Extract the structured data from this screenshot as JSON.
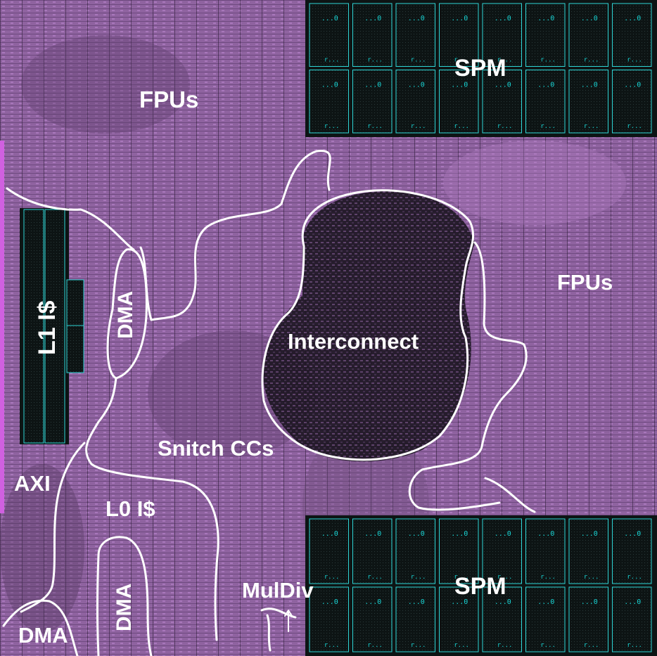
{
  "labels": {
    "fpus_left": "FPUs",
    "fpus_right": "FPUs",
    "spm_top": "SPM",
    "spm_bottom": "SPM",
    "l1_icache": "L1 I$",
    "dma_upper": "DMA",
    "interconnect": "Interconnect",
    "snitch_ccs": "Snitch CCs",
    "axi": "AXI",
    "l0_icache": "L0 I$",
    "dma_lower": "DMA",
    "dma_bottom_left": "DMA",
    "muldiv": "MulDiv"
  },
  "macro_text": {
    "pin": "...0",
    "sub": "r..."
  },
  "colors": {
    "die_base": "#8a5f99",
    "die_light": "#9c6cae",
    "die_dark": "#4b3357",
    "macro_fill": "#0d1414",
    "macro_border": "#2fd6d6",
    "outline": "#ffffff",
    "label": "#ffffff",
    "edge_pins": "#d060e0"
  }
}
